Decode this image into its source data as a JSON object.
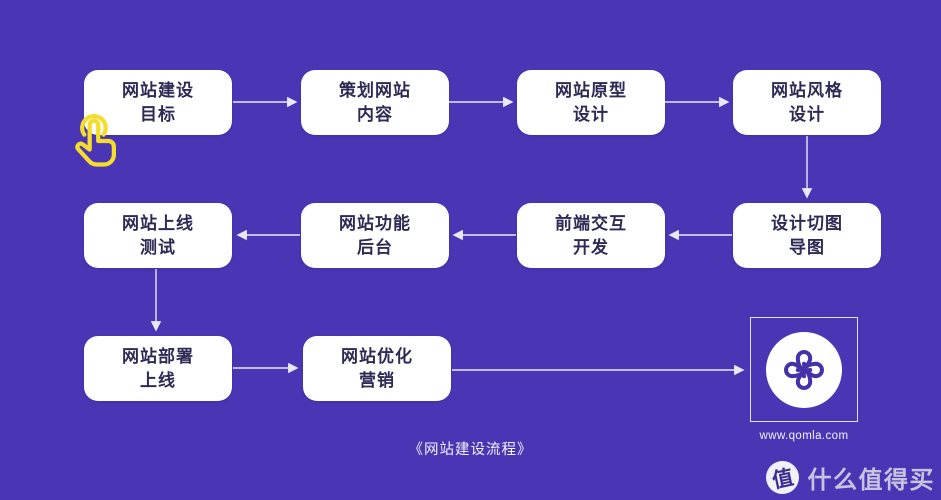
{
  "canvas": {
    "background_color": "#4A35B5",
    "box_color": "#FFFFFF",
    "box_text_color": "#2D2A55",
    "arrow_color": "#E9E7F8",
    "hand_icon_color": "#F5DD2B",
    "logo_mark_color": "#4632A8"
  },
  "flow": {
    "caption": "《网站建设流程》",
    "nodes": [
      {
        "line1": "网站建设",
        "line2": "目标"
      },
      {
        "line1": "策划网站",
        "line2": "内容"
      },
      {
        "line1": "网站原型",
        "line2": "设计"
      },
      {
        "line1": "网站风格",
        "line2": "设计"
      },
      {
        "line1": "网站上线",
        "line2": "测试"
      },
      {
        "line1": "网站功能",
        "line2": "后台"
      },
      {
        "line1": "前端交互",
        "line2": "开发"
      },
      {
        "line1": "设计切图",
        "line2": "导图"
      },
      {
        "line1": "网站部署",
        "line2": "上线"
      },
      {
        "line1": "网站优化",
        "line2": "营销"
      }
    ]
  },
  "logo": {
    "url_label": "www.qomla.com"
  },
  "watermark": {
    "badge_char": "值",
    "brand_text": "什么值得买"
  }
}
